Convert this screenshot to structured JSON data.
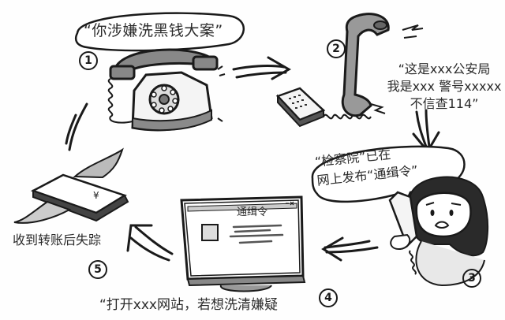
{
  "illustration": {
    "title": "Telecom fraud process comic",
    "style": "black-and-white hand-drawn comic",
    "steps": [
      {
        "number": "1",
        "speech": "“你涉嫌洗黑钱大案”",
        "scene": "ringing rotary telephone"
      },
      {
        "number": "2",
        "speech_lines": [
          "“这是xxx公安局",
          "我是xxx 警号xxxxx",
          "不信查114”"
        ],
        "scene": "handset lifted off desk phone"
      },
      {
        "number": "3",
        "speech_lines": [
          "“检察院”已在",
          "网上发布“通缉令”"
        ],
        "scene": "worried woman on the phone"
      },
      {
        "number": "4",
        "caption": "“打开xxx网站，若想洗清嫌疑",
        "scene": "computer monitor",
        "screen_title": "通缉令"
      },
      {
        "number": "5",
        "caption": "收到转账后失踪",
        "scene": "winged stack of money",
        "money_symbol": "¥"
      }
    ]
  },
  "colors": {
    "ink": "#1a1a1a",
    "shade": "#8a8a8a",
    "light_shade": "#c8c8c8",
    "paper": "#fefefe"
  }
}
